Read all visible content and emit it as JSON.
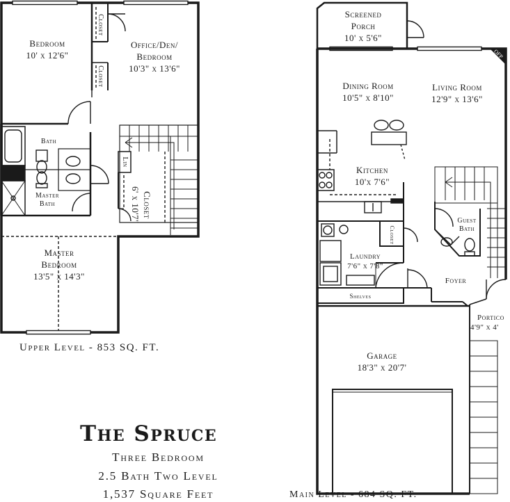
{
  "plan_name": "The Spruce",
  "subtitle": [
    "Three Bedroom",
    "2.5 Bath Two Level",
    "1,537 Square Feet"
  ],
  "upper_level": {
    "caption": "Upper Level - 853 SQ. FT.",
    "rooms": {
      "bedroom": {
        "name": "Bedroom",
        "size": "10' x 12'6\""
      },
      "office": {
        "name_1": "Office/Den/",
        "name_2": "Bedroom",
        "size": "10'3\" x 13'6\""
      },
      "closet_a": "Closet",
      "closet_b": "Closet",
      "bath": "Bath",
      "master_bath": {
        "name_1": "Master",
        "name_2": "Bath"
      },
      "lin": "Lin",
      "hall_closet": {
        "name": "Closet",
        "size": "6' x 10'7\""
      },
      "master_bedroom": {
        "name_1": "Master",
        "name_2": "Bedroom",
        "size": "13'5\" x 14'3\""
      }
    }
  },
  "main_level": {
    "caption": "Main Level - 684 SQ. FT.",
    "rooms": {
      "screened_porch": {
        "name_1": "Screened",
        "name_2": "Porch",
        "size": "10' x 5'6\""
      },
      "dining_room": {
        "name": "Dining Room",
        "size": "10'5\" x 8'10\""
      },
      "living_room": {
        "name": "Living Room",
        "size": "12'9\" x 13'6\""
      },
      "fireplace": "OFP",
      "kitchen": {
        "name": "Kitchen",
        "size": "10'x 7'6\""
      },
      "closet": "Closet",
      "guest_bath": {
        "name_1": "Guest",
        "name_2": "Bath"
      },
      "laundry": {
        "name": "Laundry",
        "size": "7'6\" x 7'8\""
      },
      "foyer": "Foyer",
      "shelves": "Shelves",
      "portico": {
        "name": "Portico",
        "size": "4'9\" x 4'"
      },
      "garage": {
        "name": "Garage",
        "size": "18'3\" x 20'7'"
      }
    }
  }
}
